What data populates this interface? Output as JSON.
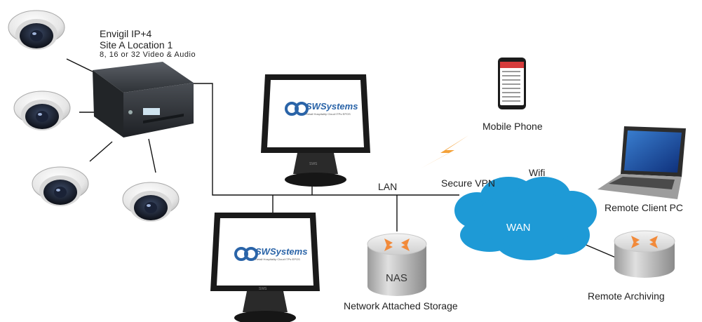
{
  "recorder": {
    "title": "Envigil IP+4",
    "location": "Site A Location 1",
    "capacity": "8, 16 or 32 Video & Audio"
  },
  "labels": {
    "mobile_phone": "Mobile Phone",
    "lan": "LAN",
    "secure_vpn": "Secure VPN",
    "wifi": "Wifi",
    "wan": "WAN",
    "remote_client_pc": "Remote Client PC",
    "nas": "NAS",
    "network_attached_storage": "Network Attached Storage",
    "remote_archiving": "Remote Archiving"
  },
  "terminal_brand": "SWSystems",
  "terminal_tagline": "Retail·Hospitality·Cloud·ITPs·EPOS",
  "terminal_base_text": "SWS",
  "colors": {
    "cloud": "#1e9ad6",
    "line": "#111111",
    "lightning": "#f4a23a",
    "nas_arrows": "#f28a3a",
    "screen_bezel": "#1a1a1a"
  }
}
